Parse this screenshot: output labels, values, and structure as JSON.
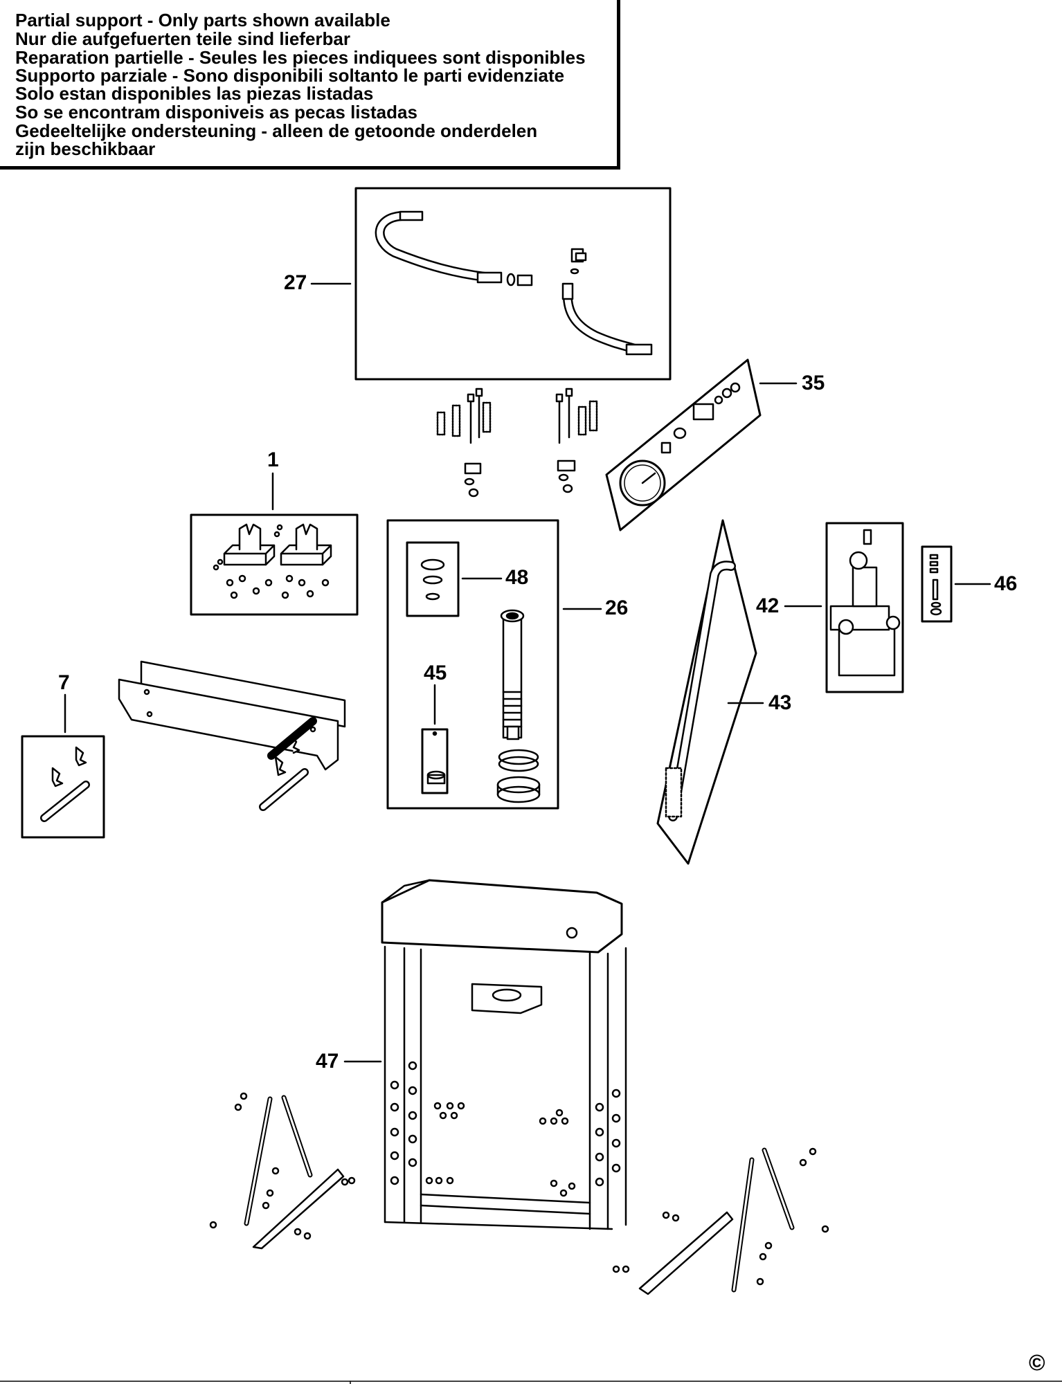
{
  "notice": {
    "lines": [
      "Partial support - Only parts shown available",
      "Nur die aufgefuerten teile sind lieferbar",
      "Reparation partielle - Seules les pieces indiquees sont disponibles",
      "Supporto parziale - Sono disponibili soltanto le parti evidenziate",
      "Solo estan disponibles las piezas listadas",
      "So se encontram disponiveis as pecas listadas",
      "Gedeeltelijke ondersteuning - alleen de getoonde onderdelen",
      "zijn beschikbaar"
    ]
  },
  "callouts": {
    "c27": "27",
    "c35": "35",
    "c1": "1",
    "c48": "48",
    "c26": "26",
    "c42": "42",
    "c46": "46",
    "c7": "7",
    "c45": "45",
    "c43": "43",
    "c47": "47"
  },
  "copyright": "©"
}
